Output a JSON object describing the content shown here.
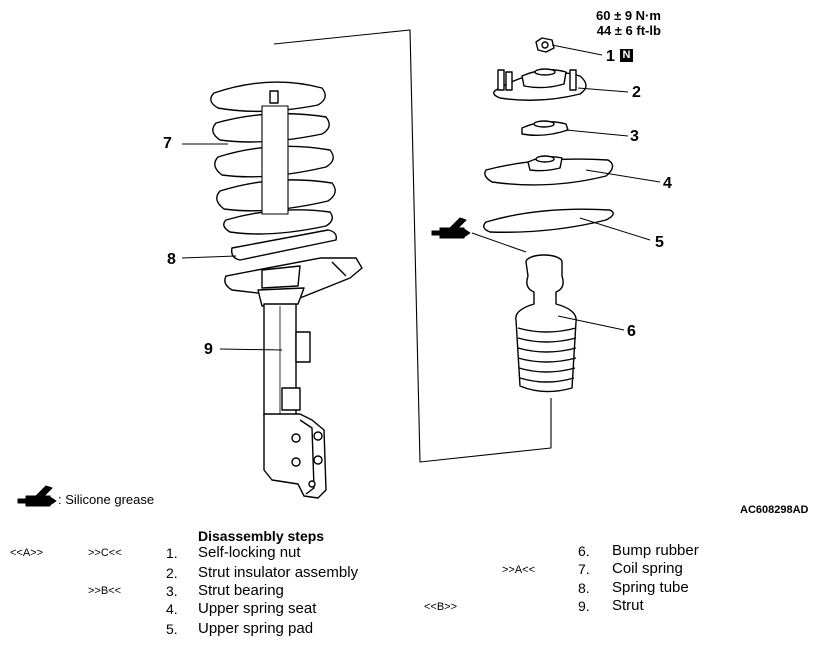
{
  "torque": {
    "line1": "60 ± 9 N·m",
    "line2": "44 ± 6 ft-lb"
  },
  "n_symbol": "N",
  "callouts": [
    "1",
    "2",
    "3",
    "4",
    "5",
    "6",
    "7",
    "8",
    "9"
  ],
  "legend": {
    "label": ": Silicone grease",
    "icon": "grease-gun-icon"
  },
  "figure_id": "AC608298AD",
  "steps_title": "Disassembly steps",
  "steps_left": [
    {
      "tag1": "<<A>>",
      "tag2": ">>C<<",
      "num": "1.",
      "text": "Self-locking nut"
    },
    {
      "tag1": "",
      "tag2": "",
      "num": "2.",
      "text": "Strut insulator assembly"
    },
    {
      "tag1": "",
      "tag2": ">>B<<",
      "num": "3.",
      "text": "Strut bearing"
    },
    {
      "tag1": "",
      "tag2": "",
      "num": "4.",
      "text": "Upper spring seat"
    },
    {
      "tag1": "",
      "tag2": "",
      "num": "5.",
      "text": "Upper spring pad"
    }
  ],
  "steps_right": [
    {
      "tag": "",
      "num": "6.",
      "text": "Bump rubber"
    },
    {
      "tag": ">>A<<",
      "num": "7.",
      "text": "Coil spring"
    },
    {
      "tag": "",
      "num": "8.",
      "text": "Spring tube"
    },
    {
      "tag": "<<B>>",
      "num": "9.",
      "text": "Strut"
    }
  ]
}
